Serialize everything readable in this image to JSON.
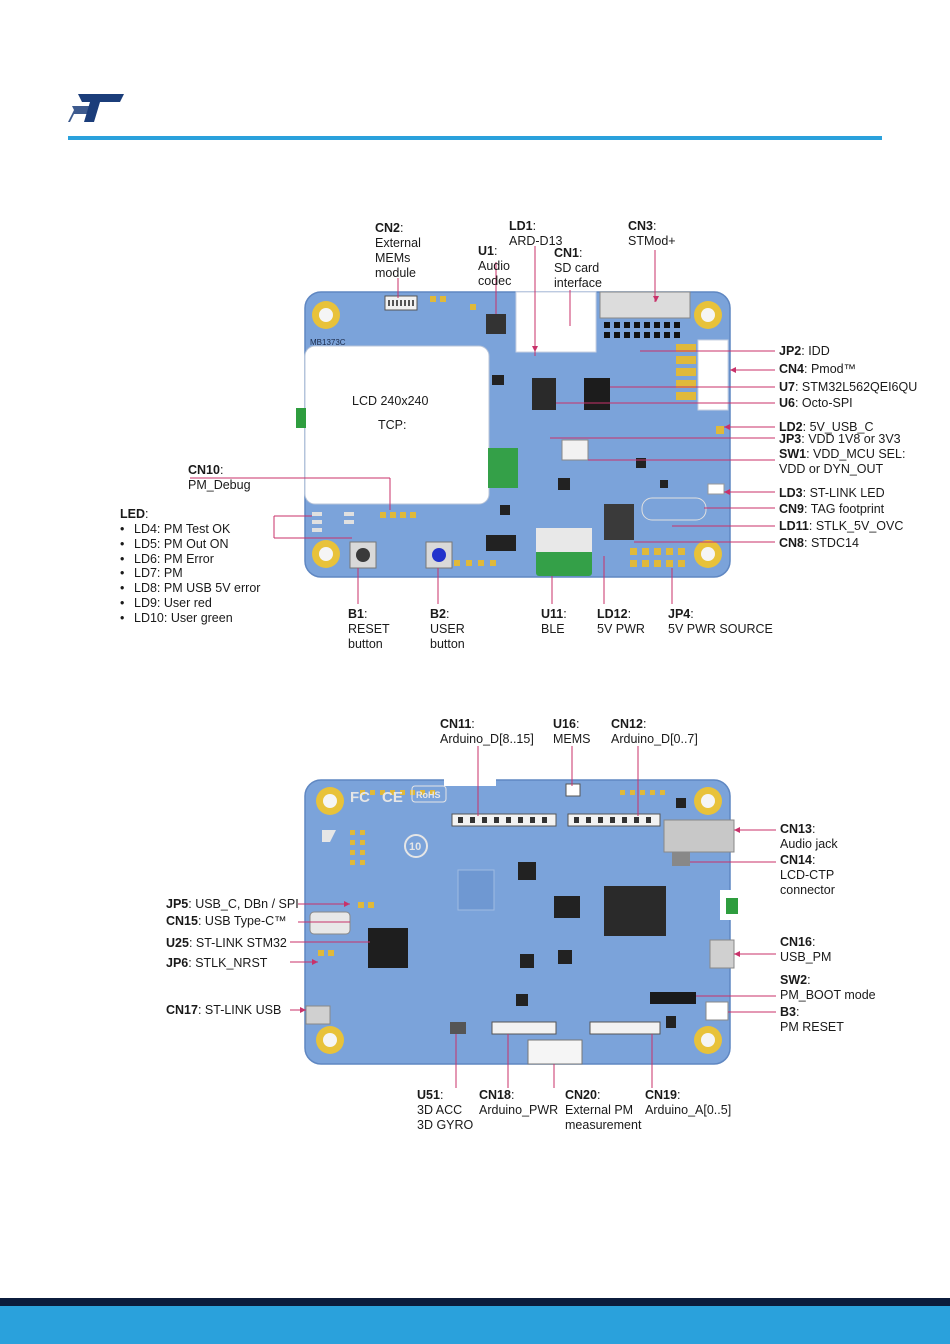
{
  "brand": {
    "logo": "ST",
    "accent": "#2aa1dc",
    "footer_dark": "#0b1c3c"
  },
  "board_top": {
    "silk": {
      "board_id": "MB1373C"
    },
    "lcd": {
      "line1": "LCD 240x240",
      "line2": "TCP:"
    },
    "cn2": {
      "name": "CN2",
      "sep": ":",
      "line1": "External",
      "line2": "MEMs",
      "line3": "module"
    },
    "u1": {
      "name": "U1",
      "sep": ":",
      "line1": "Audio",
      "line2": "codec"
    },
    "ld1": {
      "name": "LD1",
      "sep": ":",
      "line1": "ARD-D13"
    },
    "cn1": {
      "name": "CN1",
      "sep": ":",
      "line1": "SD card",
      "line2": "interface"
    },
    "cn3": {
      "name": "CN3",
      "sep": ":",
      "line1": "STMod+"
    },
    "jp2": {
      "name": "JP2",
      "text": ": IDD"
    },
    "cn4": {
      "name": "CN4",
      "text": ": Pmod™"
    },
    "u7": {
      "name": "U7",
      "text": ": STM32L562QEI6QU"
    },
    "u6": {
      "name": "U6",
      "text": ": Octo-SPI"
    },
    "ld2": {
      "name": "LD2",
      "text": ": 5V_USB_C"
    },
    "jp3": {
      "name": "JP3",
      "text": ": VDD 1V8 or 3V3"
    },
    "sw1": {
      "name": "SW1",
      "text": ": VDD_MCU SEL:",
      "line2": "VDD or DYN_OUT"
    },
    "ld3": {
      "name": "LD3",
      "text": ": ST-LINK LED"
    },
    "cn9": {
      "name": "CN9",
      "text": ": TAG footprint"
    },
    "ld11": {
      "name": "LD11",
      "text": ": STLK_5V_OVC"
    },
    "cn8": {
      "name": "CN8",
      "text": ": STDC14"
    },
    "cn10": {
      "name": "CN10",
      "sep": ":",
      "line1": "PM_Debug"
    },
    "led": {
      "title": "LED",
      "sep": ":",
      "items": [
        "LD4: PM Test OK",
        "LD5: PM Out ON",
        "LD6: PM Error",
        "LD7: PM",
        "LD8: PM USB 5V error",
        "LD9: User red",
        "LD10: User green"
      ]
    },
    "b1": {
      "name": "B1",
      "sep": ":",
      "line1": "RESET",
      "line2": "button"
    },
    "b2": {
      "name": "B2",
      "sep": ":",
      "line1": "USER",
      "line2": "button"
    },
    "u11": {
      "name": "U11",
      "sep": ":",
      "line1": "BLE"
    },
    "ld12": {
      "name": "LD12",
      "sep": ":",
      "line1": "5V PWR"
    },
    "jp4": {
      "name": "JP4",
      "sep": ":",
      "line1": "5V PWR SOURCE"
    }
  },
  "board_bottom": {
    "cn11": {
      "name": "CN11",
      "sep": ":",
      "line1": "Arduino_D[8..15]"
    },
    "u16": {
      "name": "U16",
      "sep": ":",
      "line1": "MEMS"
    },
    "cn12": {
      "name": "CN12",
      "sep": ":",
      "line1": "Arduino_D[0..7]"
    },
    "cn13": {
      "name": "CN13",
      "sep": ":",
      "line1": "Audio jack"
    },
    "cn14": {
      "name": "CN14",
      "sep": ":",
      "line1": "LCD-CTP",
      "line2": "connector"
    },
    "jp5": {
      "name": "JP5",
      "text": ": USB_C, DBn / SPI"
    },
    "cn15": {
      "name": "CN15",
      "text": ": USB Type-C™"
    },
    "u25": {
      "name": "U25",
      "text": ": ST-LINK STM32"
    },
    "jp6": {
      "name": "JP6",
      "text": ": STLK_NRST"
    },
    "cn17": {
      "name": "CN17",
      "text": ": ST-LINK USB"
    },
    "cn16": {
      "name": "CN16",
      "sep": ":",
      "line1": "USB_PM"
    },
    "sw2": {
      "name": "SW2",
      "sep": ":",
      "line1": "PM_BOOT mode"
    },
    "b3": {
      "name": "B3",
      "sep": ":",
      "line1": "PM RESET"
    },
    "u51": {
      "name": "U51",
      "sep": ":",
      "line1": "3D ACC",
      "line2": "3D GYRO"
    },
    "cn18": {
      "name": "CN18",
      "sep": ":",
      "line1": "Arduino_PWR"
    },
    "cn20": {
      "name": "CN20",
      "sep": ":",
      "line1": "External PM",
      "line2": "measurement"
    },
    "cn19": {
      "name": "CN19",
      "sep": ":",
      "line1": "Arduino_A[0..5]"
    },
    "silk": {
      "fc": "FC",
      "ce": "CE",
      "rohs": "RoHS",
      "ten": "10"
    }
  }
}
